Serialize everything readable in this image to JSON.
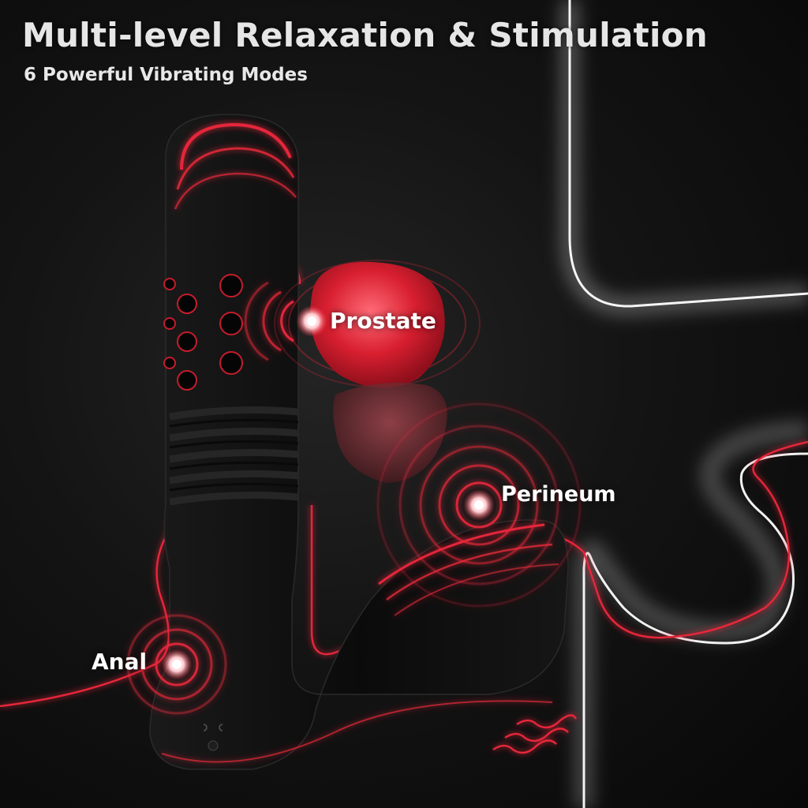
{
  "header": {
    "title": "Multi-level Relaxation & Stimulation",
    "subtitle": "6 Powerful Vibrating Modes"
  },
  "zones": {
    "prostate": "Prostate",
    "perineum": "Perineum",
    "anal": "Anal"
  },
  "colors": {
    "accent": "#e5283a",
    "background": "#111111",
    "product": "#0a0a0a",
    "outline": "#f2f2f2"
  }
}
